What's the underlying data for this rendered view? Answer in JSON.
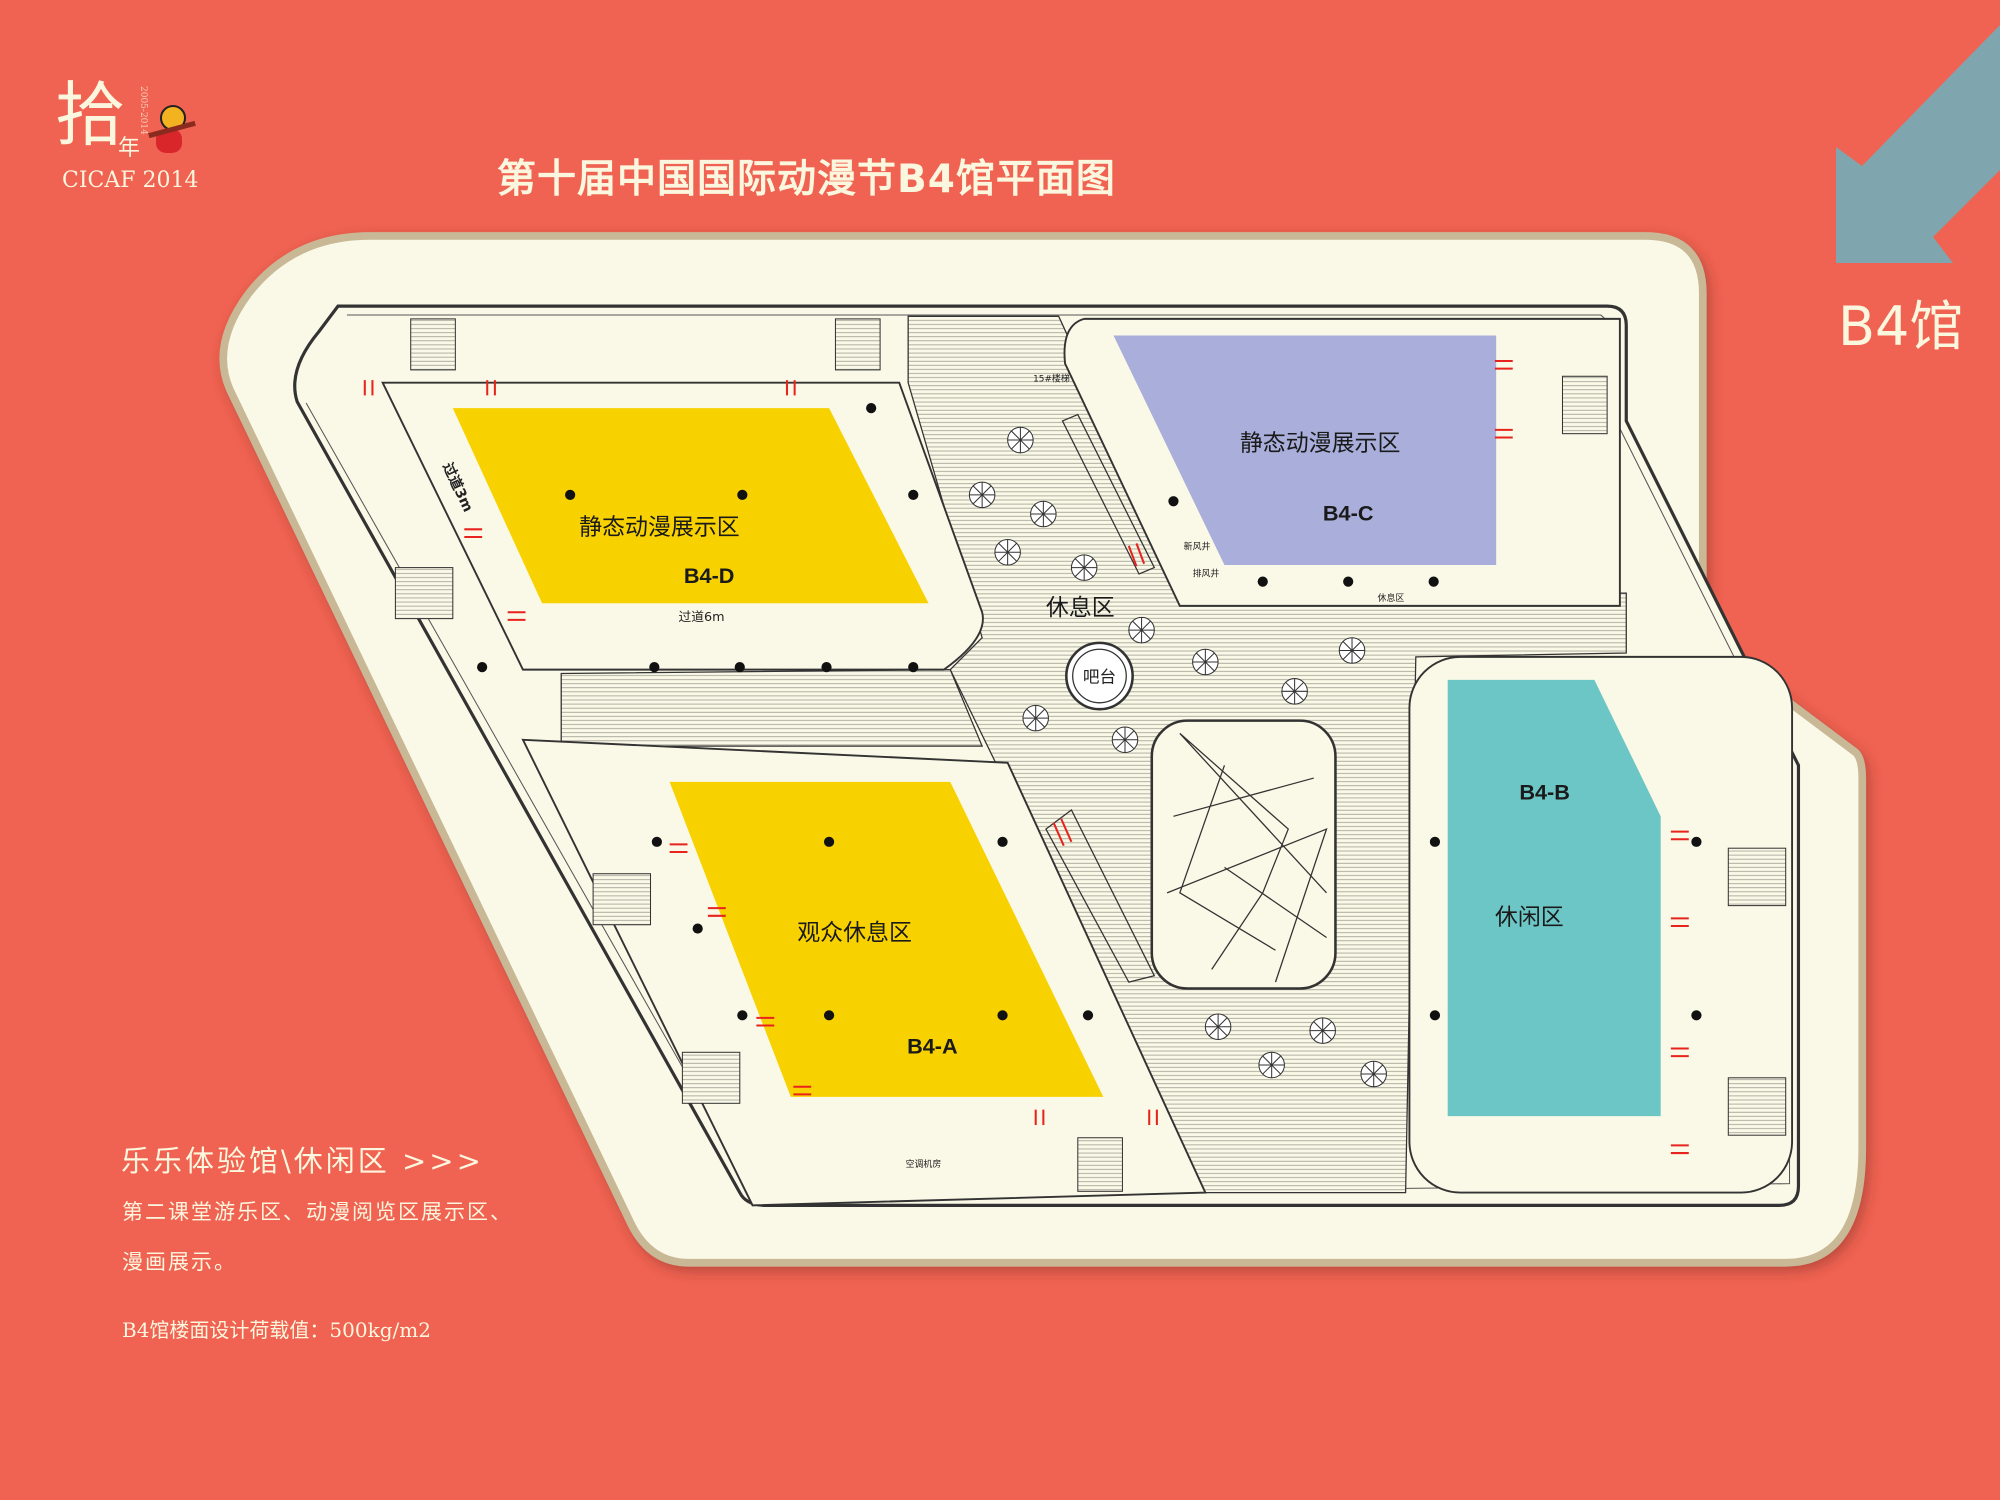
{
  "header": {
    "title": "第十届中国国际动漫节B4馆平面图",
    "logo": {
      "char": "拾",
      "nian": "年",
      "years": "2005-2014",
      "brand": "CICAF 2014"
    }
  },
  "hall_marker": {
    "label": "B4馆",
    "arrow_color": "#7FA6AE"
  },
  "zones": {
    "d": {
      "name": "静态动漫展示区",
      "code": "B4-D",
      "color": "#F8D200"
    },
    "c": {
      "name": "静态动漫展示区",
      "code": "B4-C",
      "color": "#A9AEDA"
    },
    "a": {
      "name": "观众休息区",
      "code": "B4-A",
      "color": "#F8D200"
    },
    "b": {
      "name": "休闲区",
      "code": "B4-B",
      "color": "#6CC6C6"
    }
  },
  "plan_labels": {
    "rest_area": "休息区",
    "bar": "吧台",
    "corridor_6m": "过道6m",
    "corridor_3m": "过道3m",
    "stair_15": "15#楼梯",
    "fresh_air": "新风井",
    "exhaust": "排风井",
    "small_rest": "休息区",
    "ac_room": "空调机房"
  },
  "info": {
    "heading": "乐乐体验馆\\休闲区 >>>",
    "line1": "第二课堂游乐区、动漫阅览区展示区、",
    "line2": "漫画展示。",
    "load": "B4馆楼面设计荷载值：500kg/m2"
  }
}
